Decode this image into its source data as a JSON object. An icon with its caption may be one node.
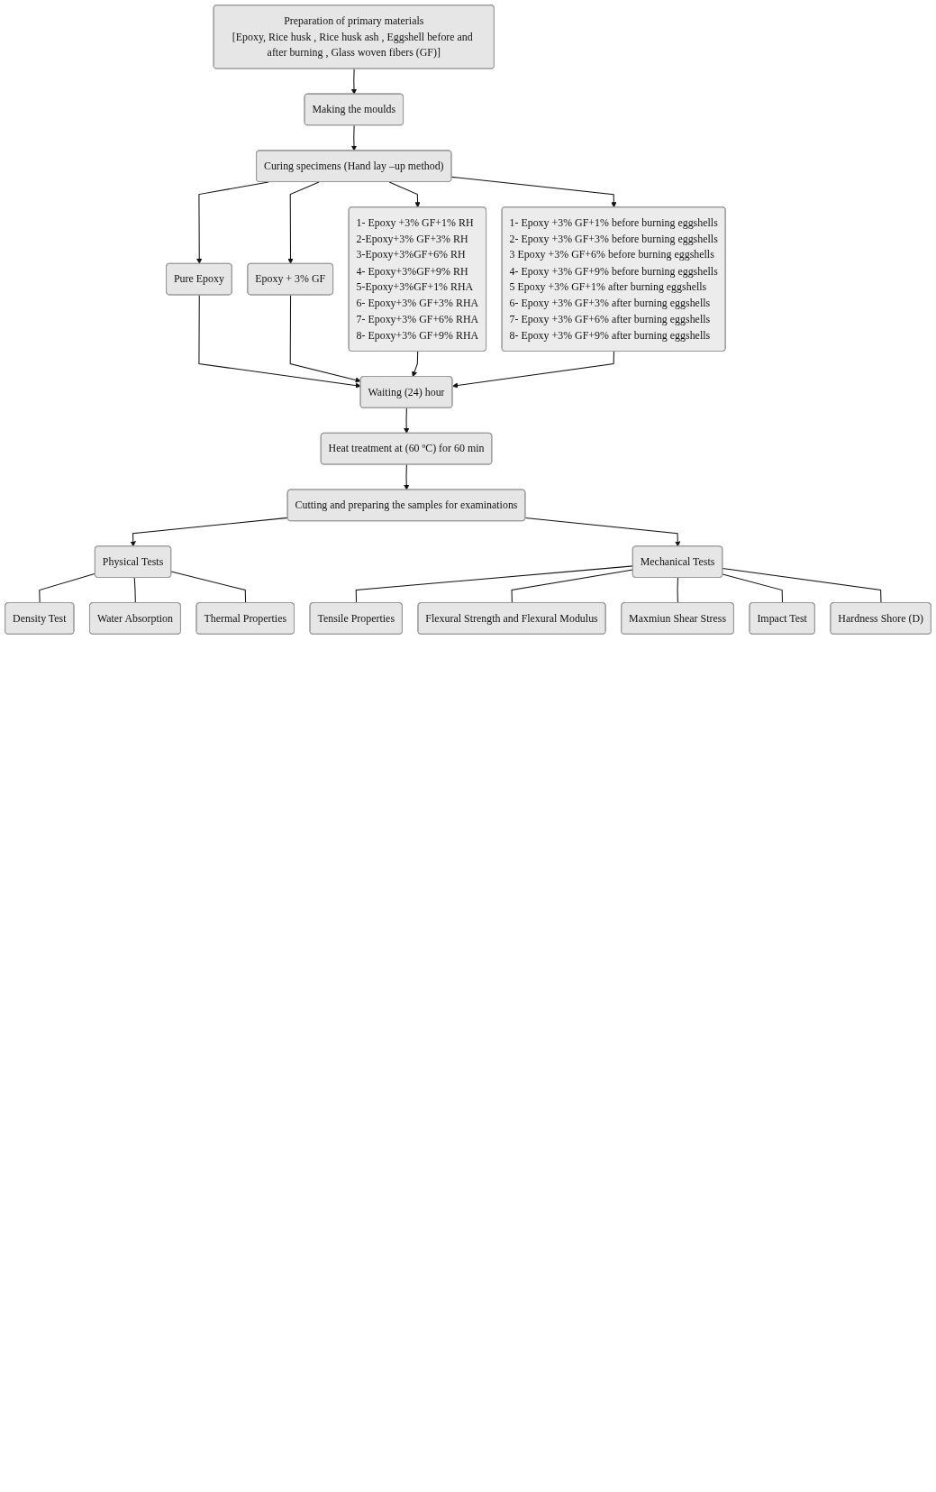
{
  "diagram": {
    "nodes": [
      {
        "text": [
          "Preparation of primary materials",
          "[Epoxy, Rice husk , Rice husk ash , Eggshell before and after burning , Glass woven fibers (GF)]"
        ]
      },
      {
        "text": [
          "Making the moulds"
        ]
      },
      {
        "text": [
          "Curing specimens (Hand lay –up method)"
        ]
      },
      {
        "text": [
          "Pure Epoxy"
        ]
      },
      {
        "text": [
          "Epoxy + 3% GF"
        ]
      },
      {
        "text": [
          "1- Epoxy +3% GF+1% RH",
          "2-Epoxy+3% GF+3% RH",
          "3-Epoxy+3%GF+6% RH",
          "4- Epoxy+3%GF+9% RH",
          "5-Epoxy+3%GF+1% RHA",
          "6- Epoxy+3% GF+3% RHA",
          "7- Epoxy+3% GF+6% RHA",
          "8- Epoxy+3% GF+9% RHA"
        ]
      },
      {
        "text": [
          "1- Epoxy +3% GF+1% before burning eggshells",
          "2- Epoxy +3% GF+3% before burning eggshells",
          "3 Epoxy +3% GF+6% before burning eggshells",
          "4- Epoxy +3% GF+9% before burning eggshells",
          "5 Epoxy +3% GF+1% after burning eggshells",
          "6- Epoxy +3% GF+3% after burning eggshells",
          "7- Epoxy +3% GF+6% after burning eggshells",
          "8- Epoxy +3% GF+9% after burning eggshells"
        ]
      },
      {
        "text": [
          "Waiting (24) hour"
        ]
      },
      {
        "text": [
          "Heat treatment at (60 ºC) for 60 min"
        ]
      },
      {
        "text": [
          "Cutting and preparing the samples for examinations"
        ]
      },
      {
        "text": [
          "Physical Tests"
        ]
      },
      {
        "text": [
          "Mechanical Tests"
        ]
      },
      {
        "text": [
          "Density Test"
        ]
      },
      {
        "text": [
          "Water Absorption"
        ]
      },
      {
        "text": [
          "Thermal Properties"
        ]
      },
      {
        "text": [
          "Tensile Properties"
        ]
      },
      {
        "text": [
          "Flexural Strength and Flexural Modulus"
        ]
      },
      {
        "text": [
          "Maxmiun Shear Stress"
        ]
      },
      {
        "text": [
          "Impact Test"
        ]
      },
      {
        "text": [
          "Hardness Shore (D)"
        ]
      }
    ],
    "edges": [
      {
        "from": 0,
        "to": 1,
        "arrow": "to"
      },
      {
        "from": 1,
        "to": 2,
        "arrow": "to"
      },
      {
        "from": 2,
        "to": 3,
        "arrow": "to"
      },
      {
        "from": 2,
        "to": 4,
        "arrow": "to"
      },
      {
        "from": 2,
        "to": 5,
        "arrow": "to"
      },
      {
        "from": 2,
        "to": 6,
        "arrow": "to"
      },
      {
        "from": 3,
        "to": 7,
        "arrow": "to"
      },
      {
        "from": 4,
        "to": 7,
        "arrow": "to"
      },
      {
        "from": 5,
        "to": 7,
        "arrow": "to"
      },
      {
        "from": 6,
        "to": 7,
        "arrow": "to"
      },
      {
        "from": 7,
        "to": 8,
        "arrow": "to"
      },
      {
        "from": 8,
        "to": 9,
        "arrow": "to"
      },
      {
        "from": 9,
        "to": 10,
        "arrow": "to"
      },
      {
        "from": 9,
        "to": 11,
        "arrow": "to"
      },
      {
        "from": 10,
        "to": 12,
        "arrow": "none"
      },
      {
        "from": 10,
        "to": 13,
        "arrow": "none"
      },
      {
        "from": 10,
        "to": 14,
        "arrow": "none"
      },
      {
        "from": 11,
        "to": 15,
        "arrow": "none"
      },
      {
        "from": 11,
        "to": 16,
        "arrow": "none"
      },
      {
        "from": 11,
        "to": 17,
        "arrow": "none"
      },
      {
        "from": 11,
        "to": 18,
        "arrow": "none"
      },
      {
        "from": 11,
        "to": 19,
        "arrow": "none"
      }
    ]
  }
}
